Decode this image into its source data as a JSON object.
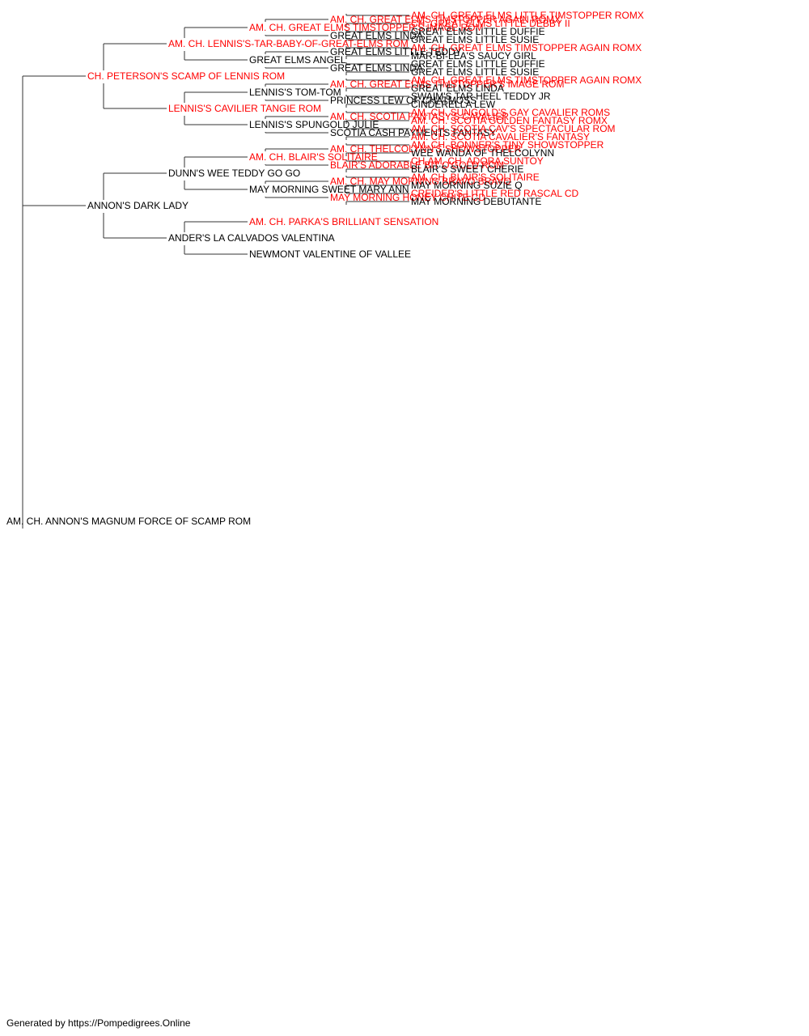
{
  "colors": {
    "champion": "#ff0000",
    "normal": "#000000",
    "line": "#333333"
  },
  "pedigree": {
    "name": "AM. CH. ANNON'S MAGNUM FORCE OF SCAMP ROM",
    "champion": false,
    "sire": {
      "name": "CH. PETERSON'S SCAMP OF LENNIS ROM",
      "champion": true,
      "sire": {
        "name": "AM. CH. LENNIS'S-TAR-BABY-OF-GREAT-ELMS ROM",
        "champion": true,
        "sire": {
          "name": "AM. CH. GREAT ELMS TIMSTOPPER'S IMAGE ROM",
          "champion": true,
          "sire": {
            "name": "AM. CH. GREAT ELMS TIMSTOPPER AGAIN ROMX",
            "champion": true,
            "sire": {
              "name": "AM. CH. GREAT ELMS LITTLE TIMSTOPPER ROMX",
              "champion": true
            },
            "dam": {
              "name": "CH. GREAT ELMS LITTLE DEBBY II",
              "champion": true
            }
          },
          "dam": {
            "name": "GREAT ELMS LINDA",
            "champion": false,
            "sire": {
              "name": "GREAT ELMS LITTLE DUFFIE",
              "champion": false
            },
            "dam": {
              "name": "GREAT ELMS LITTLE SUSIE",
              "champion": false
            }
          }
        },
        "dam": {
          "name": "GREAT ELMS ANGEL",
          "champion": false,
          "sire": {
            "name": "GREAT ELMS LITTLE TEDDY",
            "champion": false,
            "sire": {
              "name": "AM. CH. GREAT ELMS TIMSTOPPER AGAIN ROMX",
              "champion": true
            },
            "dam": {
              "name": "MAR-BI-LEA'S SAUCY GIRL",
              "champion": false
            }
          },
          "dam": {
            "name": "GREAT ELMS LINDA",
            "champion": false,
            "sire": {
              "name": "GREAT ELMS LITTLE DUFFIE",
              "champion": false
            },
            "dam": {
              "name": "GREAT ELMS LITTLE SUSIE",
              "champion": false
            }
          }
        }
      },
      "dam": {
        "name": "LENNIS'S CAVILIER TANGIE ROM",
        "champion": true,
        "sire": {
          "name": "LENNIS'S TOM-TOM",
          "champion": false,
          "sire": {
            "name": "AM. CH. GREAT ELMS TIMSTOPPER'S IMAGE ROM",
            "champion": true,
            "sire": {
              "name": "AM. CH. GREAT ELMS TIMSTOPPER AGAIN ROMX",
              "champion": true
            },
            "dam": {
              "name": "GREAT ELMS LINDA",
              "champion": false
            }
          },
          "dam": {
            "name": "PRINCESS LEW OF CHATMOSS",
            "champion": false,
            "sire": {
              "name": "SWAIM'S TAR HEEL TEDDY JR",
              "champion": false
            },
            "dam": {
              "name": "CINDERELLA LEW",
              "champion": false
            }
          }
        },
        "dam": {
          "name": "LENNIS'S SPUNGOLD JULIE",
          "champion": false,
          "sire": {
            "name": "AM. CH. SCOTIA FANTASY'S CAVALIER",
            "champion": true,
            "sire": {
              "name": "AM. CH. SUNGOLD'S GAY CAVALIER ROMS",
              "champion": true
            },
            "dam": {
              "name": "AM. CH. SCOTIA GOLDEN FANTASY ROMX",
              "champion": true
            }
          },
          "dam": {
            "name": "SCOTIA CASH PAYMENTS FANTASY",
            "champion": false,
            "sire": {
              "name": "AM. CH. SCOTIA CAV'S SPECTACULAR ROM",
              "champion": true
            },
            "dam": {
              "name": "AM. CH. SCOTIA CAVALIER'S FANTASY",
              "champion": true
            }
          }
        }
      }
    },
    "dam": {
      "name": "ANNON'S DARK LADY",
      "champion": false,
      "sire": {
        "name": "DUNN'S WEE TEDDY GO GO",
        "champion": false,
        "sire": {
          "name": "AM. CH. BLAIR'S SOLITAIRE",
          "champion": true,
          "sire": {
            "name": "AM. CH. THELCOLYNN'S SHOWSTOPPER",
            "champion": true,
            "sire": {
              "name": "AM. CH. BONNER'S TINY SHOWSTOPPER",
              "champion": true
            },
            "dam": {
              "name": "WEE WANDA OF THELCOLYNN",
              "champion": false
            }
          },
          "dam": {
            "name": "BLAIR'S ADORABLE BIT O'GOLD ROM",
            "champion": true,
            "sire": {
              "name": "CH.AM. CH. ADORA SUNTOY",
              "champion": true
            },
            "dam": {
              "name": "BLAIR'S SWEET CHERIE",
              "champion": false
            }
          }
        },
        "dam": {
          "name": "MAY MORNING SWEET MARY ANN",
          "champion": false,
          "sire": {
            "name": "AM. CH. MAY MORNING BRAVO BRAVO",
            "champion": true,
            "sire": {
              "name": "AM. CH. BLAIR'S SOLITAIRE",
              "champion": true
            },
            "dam": {
              "name": "MAY MORNING SUZIE Q",
              "champion": false
            }
          },
          "dam": {
            "name": "MAY MORNING HONEY CHITE CD",
            "champion": true,
            "sire": {
              "name": "CREIDER'S LITTLE RED RASCAL CD",
              "champion": true
            },
            "dam": {
              "name": "MAY MORNING DEBUTANTE",
              "champion": false
            }
          }
        }
      },
      "dam": {
        "name": "ANDER'S LA CALVADOS VALENTINA",
        "champion": false,
        "sire": {
          "name": "AM. CH. PARKA'S BRILLIANT SENSATION",
          "champion": true
        },
        "dam": {
          "name": "NEWMONT VALENTINE OF VALLEE",
          "champion": false
        }
      }
    }
  },
  "footer": {
    "text": "Generated by https://Pompedigrees.Online"
  }
}
